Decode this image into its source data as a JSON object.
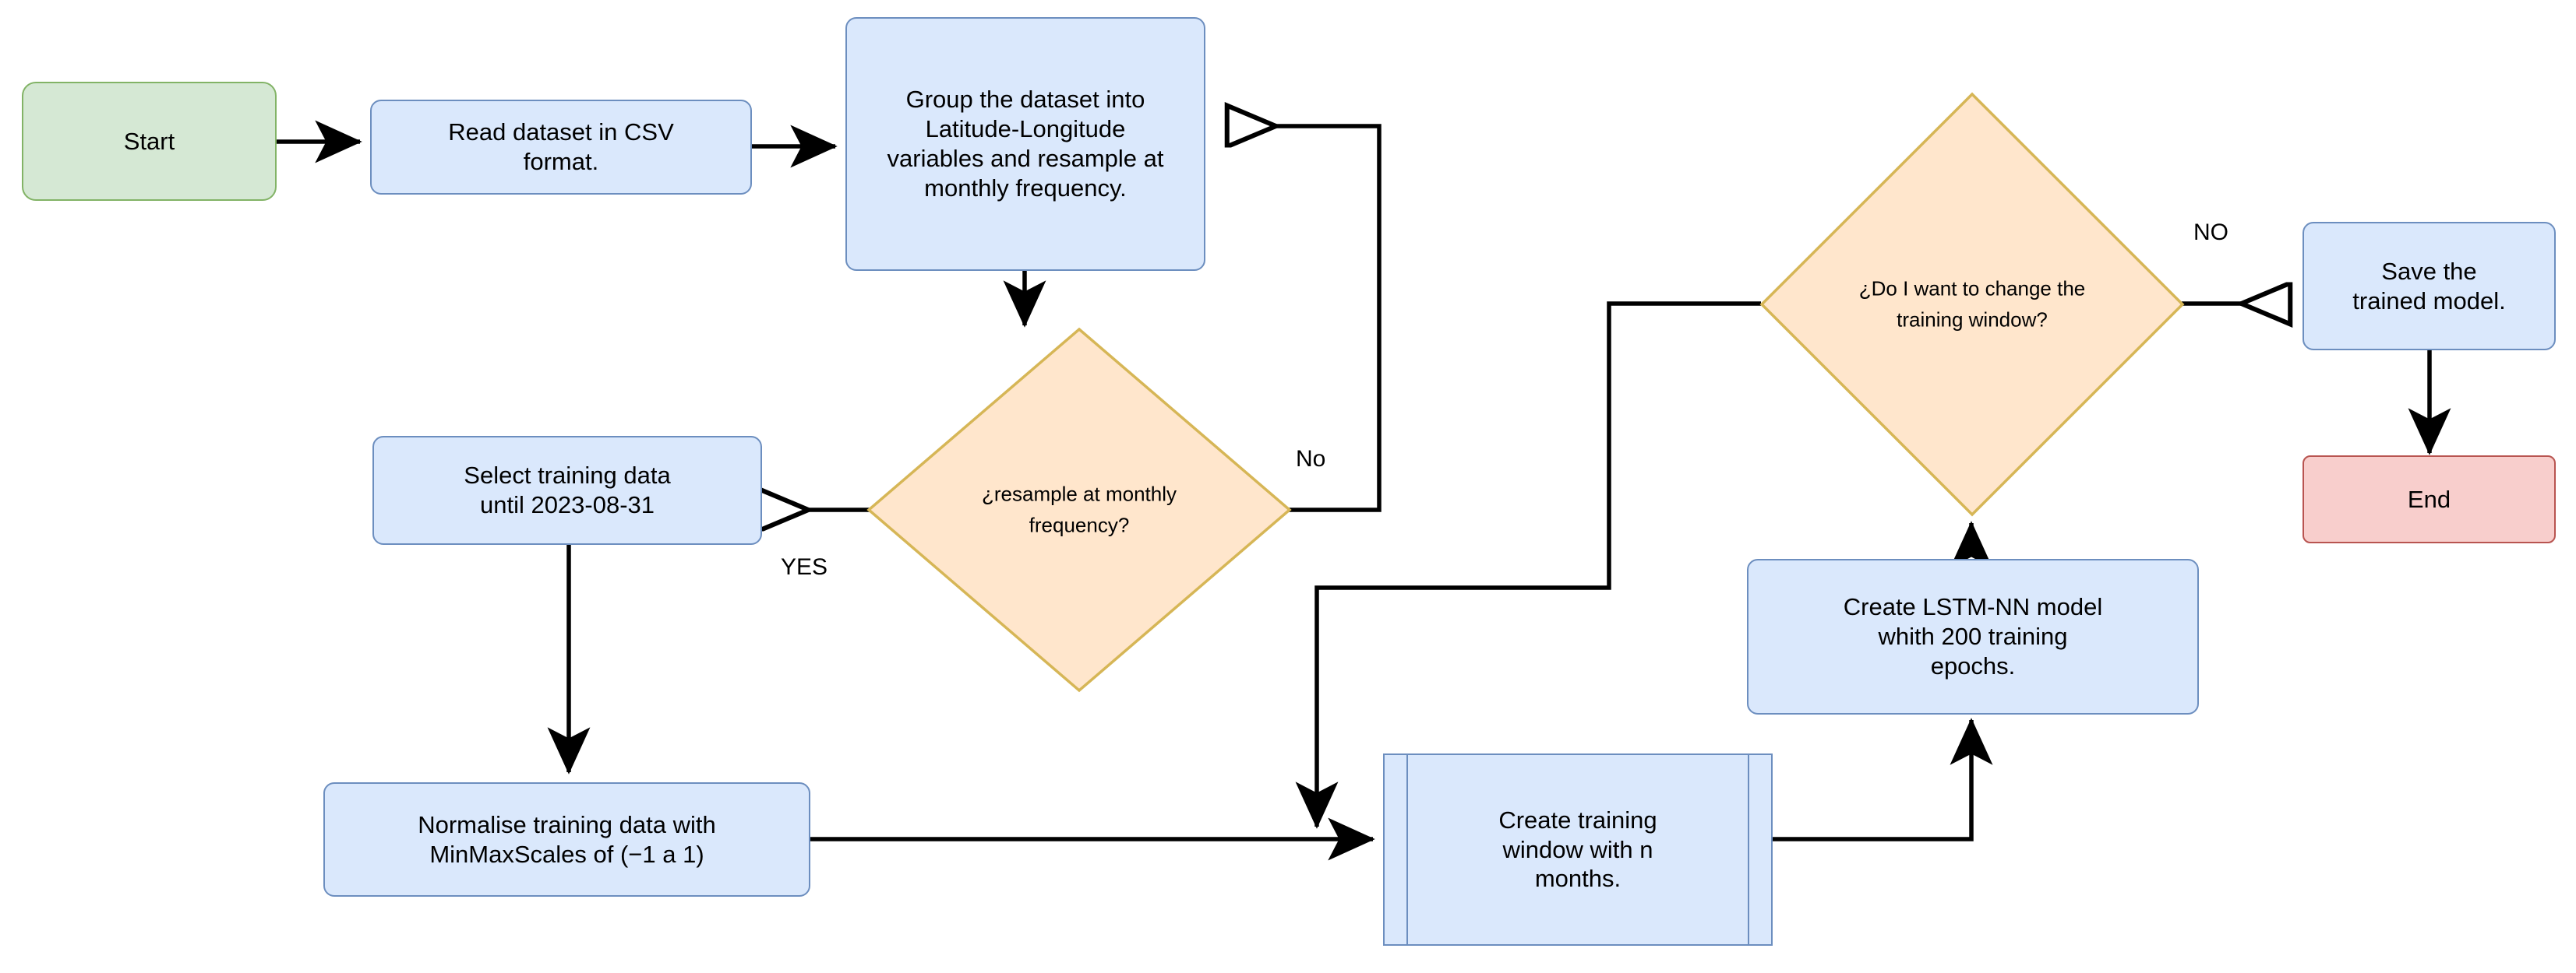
{
  "diagram": {
    "title": "LSTM training pipeline flowchart",
    "colors": {
      "process_fill": "#dae8fc",
      "process_stroke": "#6c8ebf",
      "start_fill": "#d5e8d4",
      "start_stroke": "#82b366",
      "end_fill": "#f8cecc",
      "end_stroke": "#b85450",
      "decision_fill": "#ffe6cc",
      "decision_stroke": "#d6b656",
      "edge_stroke": "#000000",
      "background": "#ffffff"
    },
    "nodes": {
      "start": {
        "label": "Start",
        "shape": "terminator"
      },
      "read_csv": {
        "label": "Read dataset in CSV\nformat.",
        "shape": "process"
      },
      "group_dataset": {
        "label": "Group the dataset into\nLatitude-Longitude\nvariables and resample at\nmonthly frequency.",
        "shape": "process"
      },
      "resample_decision": {
        "label": "¿resample at monthly\nfrequency?",
        "shape": "decision"
      },
      "select_training": {
        "label": "Select training data\nuntil 2023-08-31",
        "shape": "process"
      },
      "normalise": {
        "label": "Normalise training data with\nMinMaxScales of (−1 a 1)",
        "shape": "process"
      },
      "create_window": {
        "label": "Create training\nwindow with n\nmonths.",
        "shape": "predefined-process"
      },
      "create_lstm": {
        "label": "Create LSTM-NN model\nwhith 200 training\nepochs.",
        "shape": "process"
      },
      "window_decision": {
        "label": "¿Do I want to change the\ntraining window?",
        "shape": "decision"
      },
      "save_model": {
        "label": "Save the\ntrained model.",
        "shape": "process"
      },
      "end": {
        "label": "End",
        "shape": "terminator"
      }
    },
    "edge_labels": {
      "resample_no": "No",
      "resample_yes": "YES",
      "window_no": "NO"
    }
  }
}
